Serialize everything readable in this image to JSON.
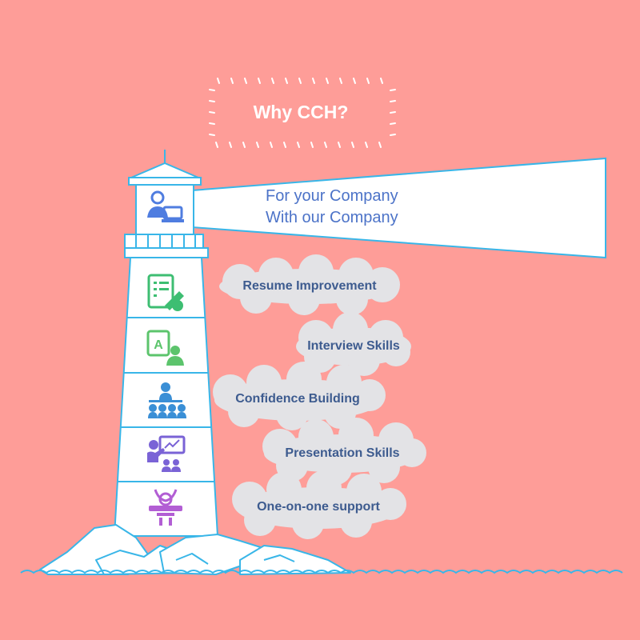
{
  "title": "Why CCH?",
  "beam": {
    "line1": "For your Company",
    "line2": "With our Company"
  },
  "services": [
    {
      "label": "Resume Improvement",
      "icon": "resume-edit-icon",
      "color": "#3DBE72"
    },
    {
      "label": "Interview Skills",
      "icon": "interview-icon",
      "color": "#5CC46C"
    },
    {
      "label": "Confidence Building",
      "icon": "audience-icon",
      "color": "#3A8FD6"
    },
    {
      "label": "Presentation Skills",
      "icon": "presenter-board-icon",
      "color": "#7A63D6"
    },
    {
      "label": "One-on-one support",
      "icon": "support-person-icon",
      "color": "#B25ED4"
    }
  ],
  "colors": {
    "background": "#FE9D98",
    "outline": "#39B6E8",
    "cloud": "#E3E3E6",
    "text_blue": "#3D5B8F",
    "beam_text": "#4C73C8",
    "top_icon": "#4F7DE0"
  },
  "top_icon": "person-laptop-icon"
}
